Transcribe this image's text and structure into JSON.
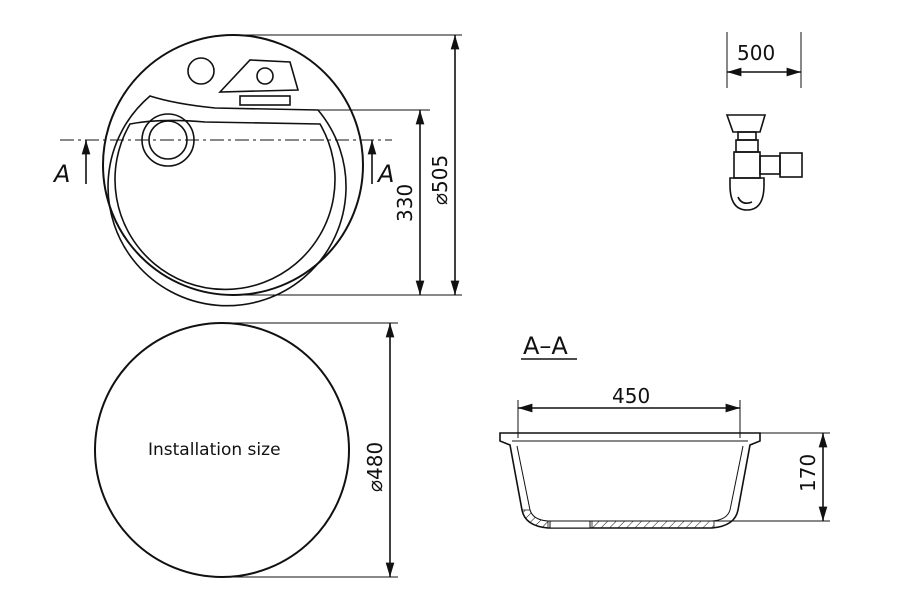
{
  "top_view": {
    "section_marker_left": "A",
    "section_marker_right": "A",
    "dim_outer_diameter": "⌀505",
    "dim_bowl_offset": "330"
  },
  "siphon_detail": {
    "dim_width": "500"
  },
  "install_view": {
    "label": "Installation size",
    "dim_diameter": "⌀480"
  },
  "section_view": {
    "title": "A–A",
    "dim_width": "450",
    "dim_depth": "170"
  }
}
